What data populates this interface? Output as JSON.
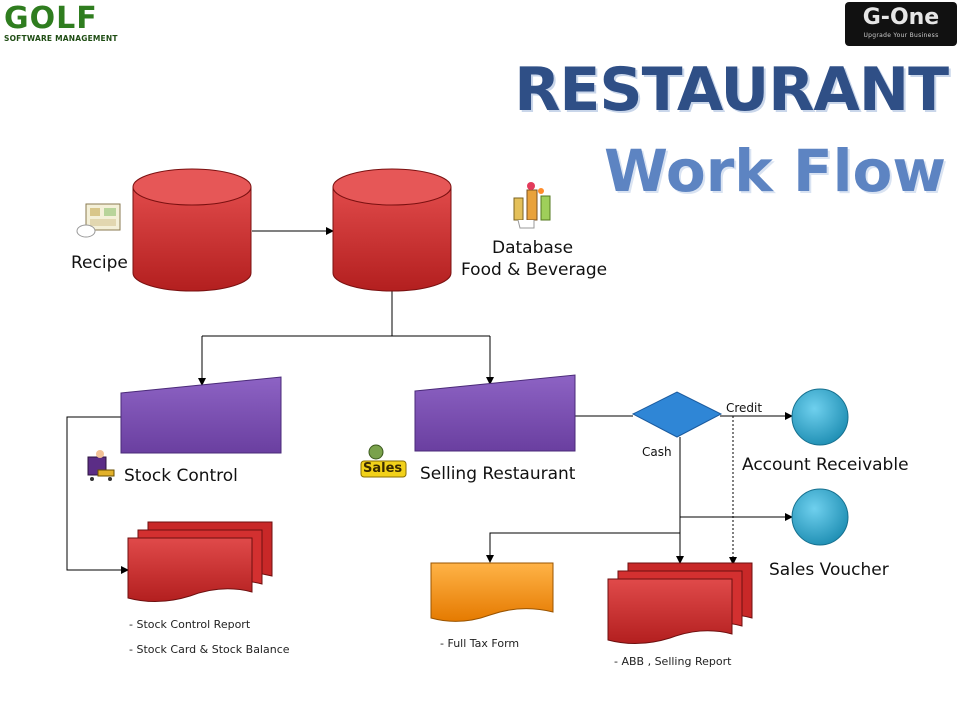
{
  "logos": {
    "golf": {
      "word": "GOLF",
      "subtitle": "SOFTWARE MANAGEMENT"
    },
    "gone": {
      "word": "G-One",
      "tagline": "Upgrade Your Business"
    }
  },
  "title": {
    "line1": "RESTAURANT",
    "line2": "Work Flow"
  },
  "nodes": {
    "recipe": "Recipe",
    "database": {
      "line1": "Database",
      "line2": "Food & Beverage"
    },
    "stock_control": "Stock Control",
    "selling_restaurant": "Selling Restaurant",
    "account_receivable": "Account Receivable",
    "sales_voucher": "Sales Voucher"
  },
  "edges": {
    "credit": "Credit",
    "cash": "Cash"
  },
  "reports": {
    "stock": [
      "- Stock Control Report",
      "- Stock Card & Stock Balance"
    ],
    "tax": "- Full Tax Form",
    "abb": "- ABB , Selling Report"
  },
  "icons": {
    "sales_badge": "Sales"
  },
  "colors": {
    "database_red": "#cc2b2b",
    "process_purple": "#7b4fb0",
    "decision_blue": "#2f86d6",
    "terminal_cyan": "#2a9fc4",
    "tax_orange": "#f08a10",
    "title_blue": "#2f4f86"
  }
}
